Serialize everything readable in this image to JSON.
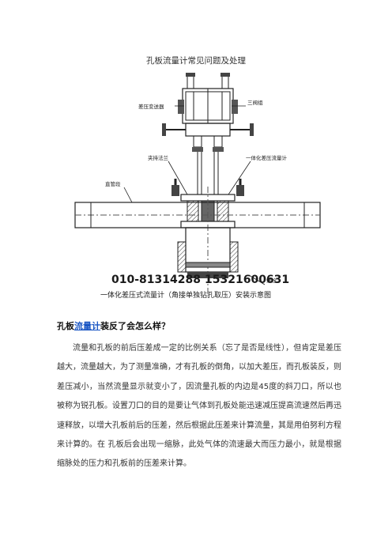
{
  "doc": {
    "title": "孔板流量计常见问题及处理"
  },
  "figure": {
    "labels": {
      "transmitter": "差压变送器",
      "valve": "三阀组",
      "flange": "夹持法兰",
      "integrated": "一体化差压流量计",
      "pipe": "直管段",
      "bolt": "螺栓"
    },
    "phones": [
      "010-81314288",
      "15321600631"
    ],
    "caption": "一体化差压式流量计（角接单独钻孔取压）安装示意图"
  },
  "question": {
    "prefix": "孔板",
    "link": "流量计",
    "suffix": "装反了会怎么样？"
  },
  "paragraph": "流量和孔板的前后压差成一定的比例关系（忘了是否是线性），但肯定是差压越大，流量越大，为了测量准确，才有孔板的倒角，以加大差压，而孔板装反，则差压减小，当然流量显示就变小了，因流量孔板的内边是45度的斜刀口，所以也被称为锐孔板。设置刀口的目的是要让气体到孔板处能迅速减压提高流速然后再迅速释放，以增大孔板前后的压差，然后根据此压差来计算流量，其是用伯努利方程来计算的。在 孔板后会出现一缩脉，此处气体的流速最大而压力最小，就是根据缩脉处的压力和孔板前的压差来计算。"
}
